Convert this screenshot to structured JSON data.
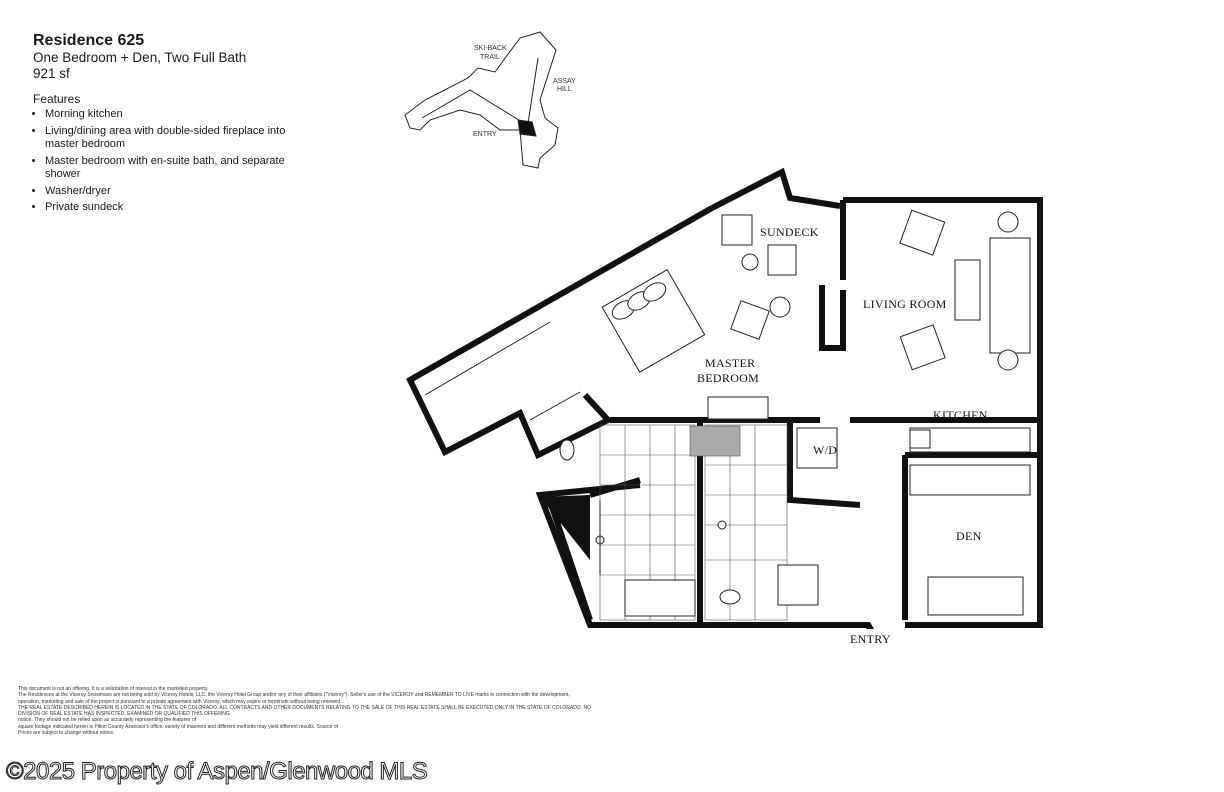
{
  "header": {
    "title": "Residence 625",
    "subtitle": "One Bedroom + Den, Two Full Bath",
    "area": "921  sf"
  },
  "features": {
    "heading": "Features",
    "items": [
      "Morning kitchen",
      "Living/dining area with double-sided fireplace into master bedroom",
      "Master bedroom with en-suite bath, and separate shower",
      "Washer/dryer",
      "Private sundeck"
    ]
  },
  "key_plan": {
    "labels": [
      "SKI-BACK",
      "TRAIL",
      "ASSAY",
      "HILL",
      "ENTRY"
    ]
  },
  "rooms": {
    "sundeck": "SUNDECK",
    "living": "LIVING ROOM",
    "master1": "MASTER",
    "master2": "BEDROOM",
    "kitchen": "KITCHEN",
    "wd": "W/D",
    "den": "DEN",
    "entry": "ENTRY"
  },
  "disclaimer": [
    "This document is not an offering. It is a solicitation of interest in the marketed property.",
    "The Residences at the Viceroy Snowmass are not being sold by Viceroy Hotels, LLC, the Viceroy Hotel Group and/or any of their affiliates (\"Viceroy\"). Seller's use of the VICEROY and REMEMBER TO LIVE marks in connection with the development,",
    "operation, marketing and sale of the project is pursuant to a private agreement with Viceroy, which may expire or terminate without being renewed.",
    "THE REAL ESTATE DESCRIBED HEREIN IS LOCATED IN THE STATE OF COLORADO. ALL CONTRACTS AND OTHER DOCUMENTS RELATING TO THE SALE OF THIS REAL ESTATE SHALL BE EXECUTED ONLY IN THE STATE OF COLORADO. NO",
    "DIVISION OF REAL ESTATE HAS INSPECTED, EXAMINED OR QUALIFIED THIS OFFERING.",
    "notice. They should not be relied upon as accurately representing the features of",
    "square footage indicated herein is Pitkin County Assessor's office. variety of manners and different methods may yield different results. Source of",
    "Prices are subject to change without notice."
  ],
  "watermark": "©2025 Property of Aspen/Glenwood MLS"
}
